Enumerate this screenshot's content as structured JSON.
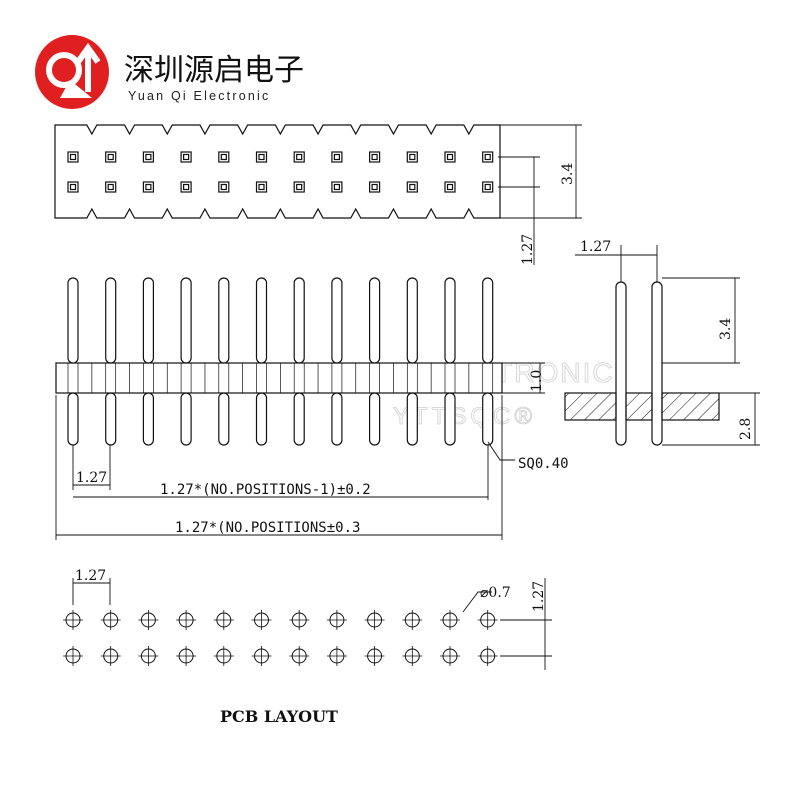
{
  "brand": {
    "name_cn": "深圳源启电子",
    "name_en": "Yuan Qi Electronic",
    "logo_glyphs": "Q↑",
    "color": "#e02020"
  },
  "watermark": {
    "line1": "YUANQI ELECTRONIC",
    "line2": "YTTSQC®"
  },
  "dimensions": {
    "top_height": "3.4",
    "top_pitch": "1.27",
    "side_pitch": "1.27",
    "side_pin_height": "3.4",
    "side_body_height": "2.8",
    "front_body_thickness": "1.0",
    "front_pitch": "1.27",
    "pin_square": "SQ0.40",
    "pin_span": "1.27*(NO.POSITIONS-1)±0.2",
    "overall_length": "1.27*(NO.POSITIONS±0.3",
    "pcb_pitch_x": "1.27",
    "pcb_pitch_y": "1.27",
    "hole_diameter": "⌀0.7"
  },
  "pcb_layout_title": "PCB LAYOUT",
  "positions_per_row": 12,
  "rows": 2
}
